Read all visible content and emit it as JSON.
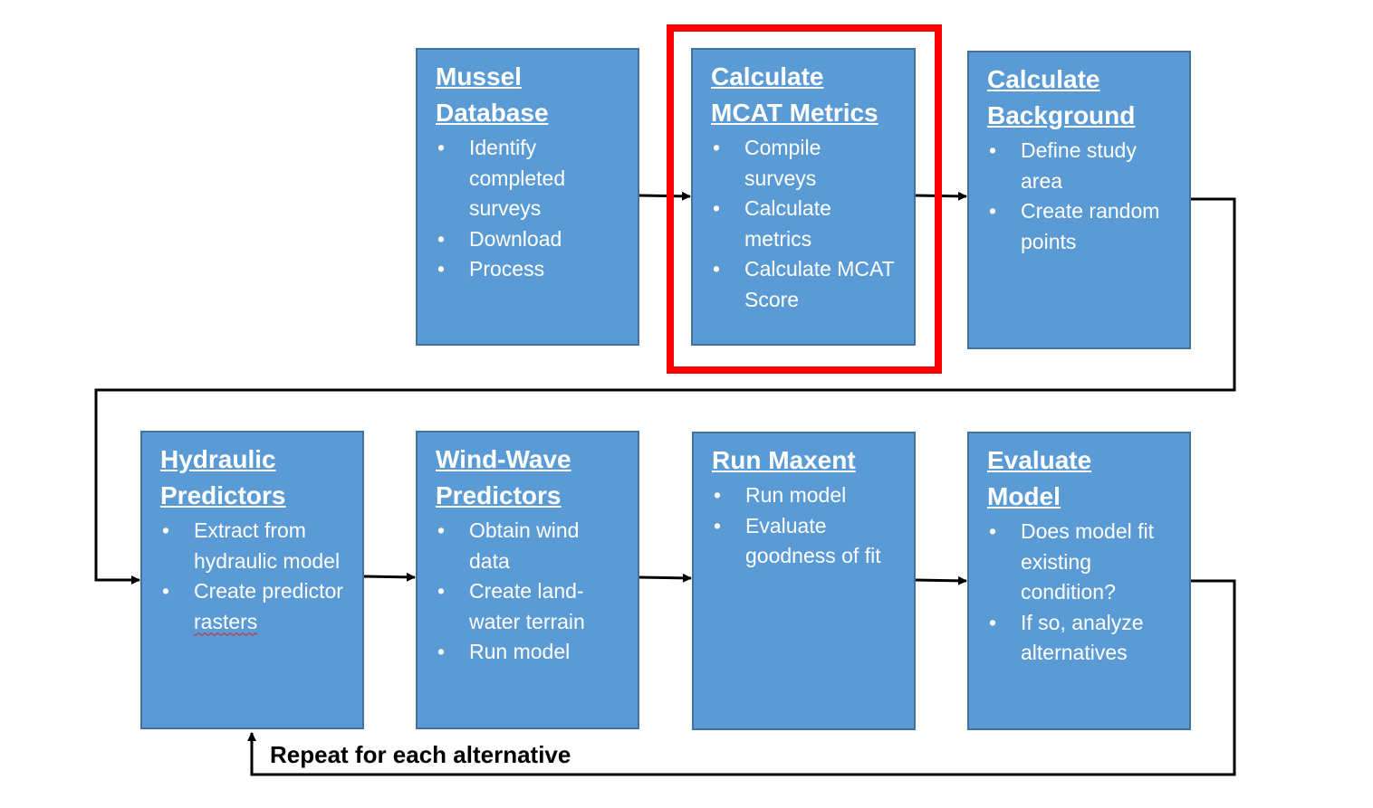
{
  "boxes": [
    {
      "id": "mussel-database",
      "title": "Mussel Database",
      "items": [
        "Identify completed surveys",
        "Download",
        "Process"
      ]
    },
    {
      "id": "calculate-mcat-metrics",
      "title": "Calculate MCAT Metrics",
      "items": [
        "Compile surveys",
        "Calculate metrics",
        "Calculate MCAT Score"
      ]
    },
    {
      "id": "calculate-background",
      "title": "Calculate Background",
      "items": [
        "Define study area",
        "Create random points"
      ]
    },
    {
      "id": "hydraulic-predictors",
      "title": "Hydraulic Predictors",
      "items": [
        "Extract from hydraulic model",
        "Create predictor rasters"
      ]
    },
    {
      "id": "wind-wave-predictors",
      "title": "Wind-Wave Predictors",
      "items": [
        "Obtain wind data",
        "Create land-water terrain",
        "Run model"
      ]
    },
    {
      "id": "run-maxent",
      "title": "Run Maxent",
      "items": [
        "Run model",
        "Evaluate goodness of fit"
      ]
    },
    {
      "id": "evaluate-model",
      "title": "Evaluate Model",
      "items": [
        "Does model fit existing condition?",
        "If so, analyze alternatives"
      ]
    }
  ],
  "highlighted_step": "Calculate MCAT Metrics",
  "loop_label": "Repeat for each alternative",
  "bullet_char": "•",
  "colors": {
    "box_fill": "#5b9bd5",
    "box_border": "#41719c",
    "box_text": "#ffffff",
    "highlight": "#ff0000",
    "connector": "#000000"
  }
}
